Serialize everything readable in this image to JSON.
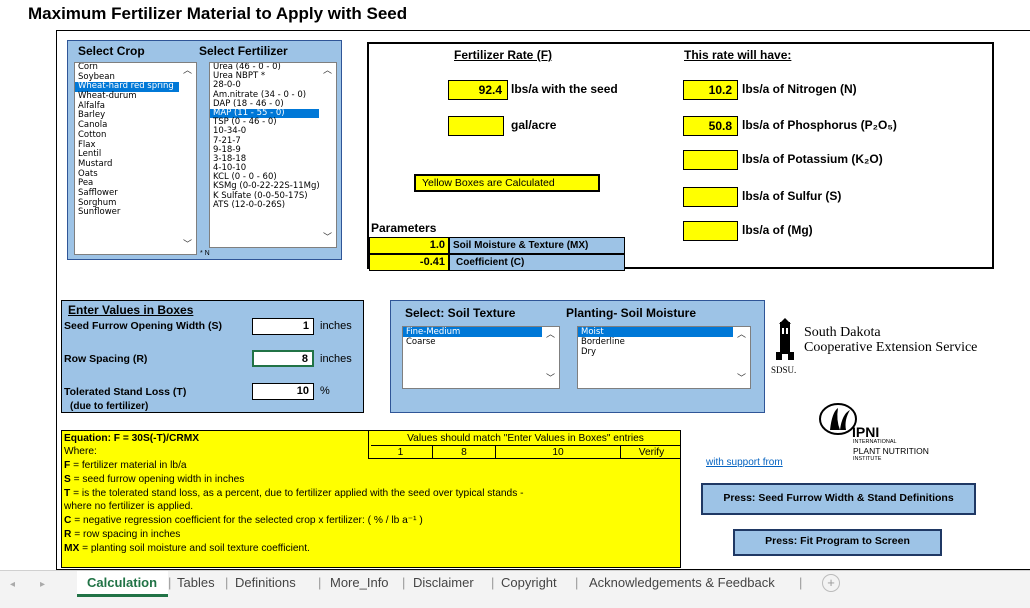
{
  "title": "Maximum Fertilizer Material to Apply with Seed",
  "crop": {
    "header": "Select Crop",
    "items": [
      "Corn",
      "Soybean",
      "Wheat-hard red spring",
      "Wheat-durum",
      "Alfalfa",
      "Barley",
      "Canola",
      "Cotton",
      "Flax",
      "Lentil",
      "Mustard",
      "Oats",
      "Pea",
      "Safflower",
      "Sorghum",
      "Sunflower"
    ],
    "selected": "Wheat-hard red spring"
  },
  "fertilizer": {
    "header": "Select Fertilizer",
    "items": [
      "Urea (46 - 0 - 0)",
      "Urea NBPT *",
      "28-0-0",
      "Am.nitrate (34 - 0 - 0)",
      "DAP (18 - 46 - 0)",
      "MAP (11 - 55 - 0)",
      "TSP (0 - 46 - 0)",
      "10-34-0",
      "7-21-7",
      "9-18-9",
      "3-18-18",
      "4-10-10",
      "KCL (0 - 0 - 60)",
      "KSMg (0-0-22-22S-11Mg)",
      "K Sulfate (0-0-50-17S)",
      "ATS (12-0-0-26S)"
    ],
    "selected": "MAP (11 - 55 - 0)",
    "footnote": "* N"
  },
  "rate": {
    "header": "Fertilizer Rate (F)",
    "lbs_value": "92.4",
    "lbs_label": "lbs/a with the seed",
    "gal_value": "",
    "gal_label": "gal/acre",
    "yellow_note": "Yellow Boxes are Calculated"
  },
  "will_have": {
    "header": "This rate will have:",
    "rows": [
      {
        "value": "10.2",
        "label": "lbs/a of Nitrogen (N)"
      },
      {
        "value": "50.8",
        "label": "lbs/a of Phosphorus (P₂O₅)"
      },
      {
        "value": "",
        "label": "lbs/a of Potassium (K₂O)"
      },
      {
        "value": "",
        "label": "lbs/a of Sulfur (S)"
      },
      {
        "value": "",
        "label": "lbs/a of (Mg)"
      }
    ]
  },
  "parameters": {
    "header": "Parameters",
    "mx_value": "1.0",
    "mx_label": "Soil Moisture & Texture (MX)",
    "c_value": "-0.41",
    "c_label": "Coefficient (C)"
  },
  "enter_values": {
    "header": "Enter Values in Boxes",
    "furrow_label": "Seed Furrow Opening Width (S)",
    "furrow_value": "1",
    "furrow_unit": "inches",
    "row_label": "Row Spacing (R)",
    "row_value": "8",
    "row_unit": "inches",
    "loss_label": "Tolerated Stand Loss (T)",
    "loss_value": "10",
    "loss_unit": "%",
    "loss_note": "(due to fertilizer)"
  },
  "soil": {
    "texture_header": "Select: Soil Texture",
    "texture_items": [
      "Fine-Medium",
      "Coarse"
    ],
    "texture_selected": "Fine-Medium",
    "moisture_header": "Planting- Soil Moisture",
    "moisture_items": [
      "Moist",
      "Borderline",
      "Dry"
    ],
    "moisture_selected": "Moist"
  },
  "sdsu": {
    "line1": "South Dakota",
    "line2": "Cooperative Extension Service",
    "abbr": "SDSU."
  },
  "ipni": {
    "name": "IPNI",
    "line1": "INTERNATIONAL",
    "line2": "PLANT NUTRITION",
    "line3": "INSTITUTE",
    "support": "with support from"
  },
  "equation": {
    "title": "Equation: F = 30S(-T)/CRMX",
    "where": "Where:",
    "lines": [
      [
        "F",
        " = fertilizer material in lb/a"
      ],
      [
        "S",
        " = seed furrow opening width in inches"
      ],
      [
        "T",
        " = is the tolerated stand loss, as a percent, due to fertilizer applied with the seed over typical stands -"
      ],
      [
        "",
        "   where no fertilizer is applied."
      ],
      [
        "C",
        " = negative regression coefficient for the selected crop x fertilizer: ( % / lb a⁻¹ )"
      ],
      [
        "R",
        " = row spacing in inches"
      ],
      [
        "MX",
        " = planting soil moisture and soil texture coefficient."
      ]
    ],
    "match_header": "Values should match \"Enter Values in Boxes\" entries",
    "match_values": [
      "1",
      "8",
      "10",
      "Verify"
    ]
  },
  "buttons": {
    "definitions": "Press: Seed Furrow Width & Stand Definitions",
    "fit": "Press: Fit Program to Screen"
  },
  "tabs": [
    "Calculation",
    "Tables",
    "Definitions",
    "More_Info",
    "Disclaimer",
    "Copyright",
    "Acknowledgements & Feedback"
  ],
  "active_tab": "Calculation",
  "colors": {
    "panel_blue": "#9dc3e6",
    "yellow": "#ffff00",
    "select_blue": "#0078d7"
  }
}
